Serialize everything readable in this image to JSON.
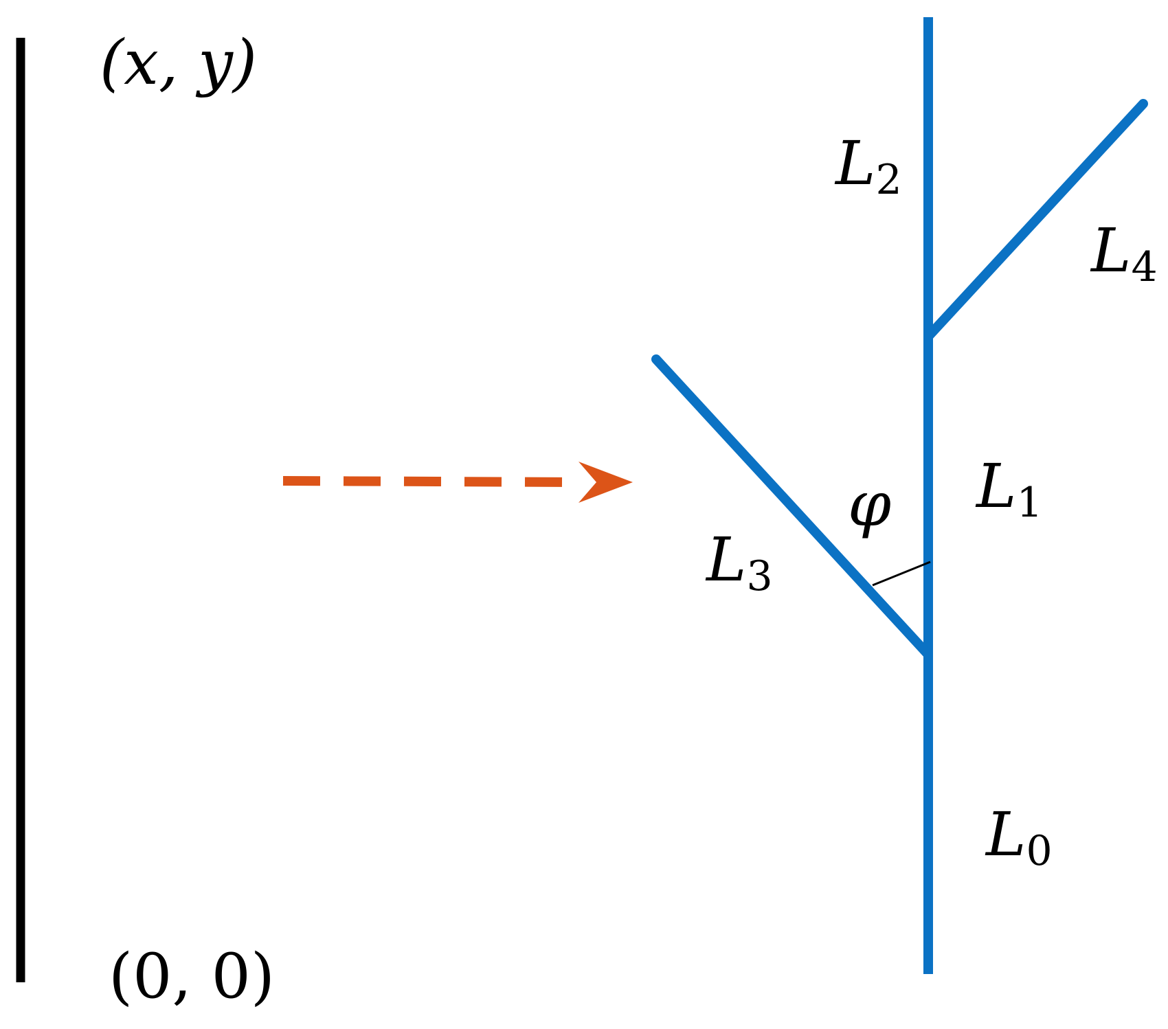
{
  "colors": {
    "axis": "#000000",
    "branch": "#0b72c4",
    "arrow": "#dc5418",
    "angle_mark": "#000000"
  },
  "labels": {
    "top_left": "(x, y)",
    "bottom_left": "(0, 0)",
    "angle": "φ",
    "L0": {
      "main": "L",
      "sub": "0"
    },
    "L1": {
      "main": "L",
      "sub": "1"
    },
    "L2": {
      "main": "L",
      "sub": "2"
    },
    "L3": {
      "main": "L",
      "sub": "3"
    },
    "L4": {
      "main": "L",
      "sub": "4"
    }
  }
}
